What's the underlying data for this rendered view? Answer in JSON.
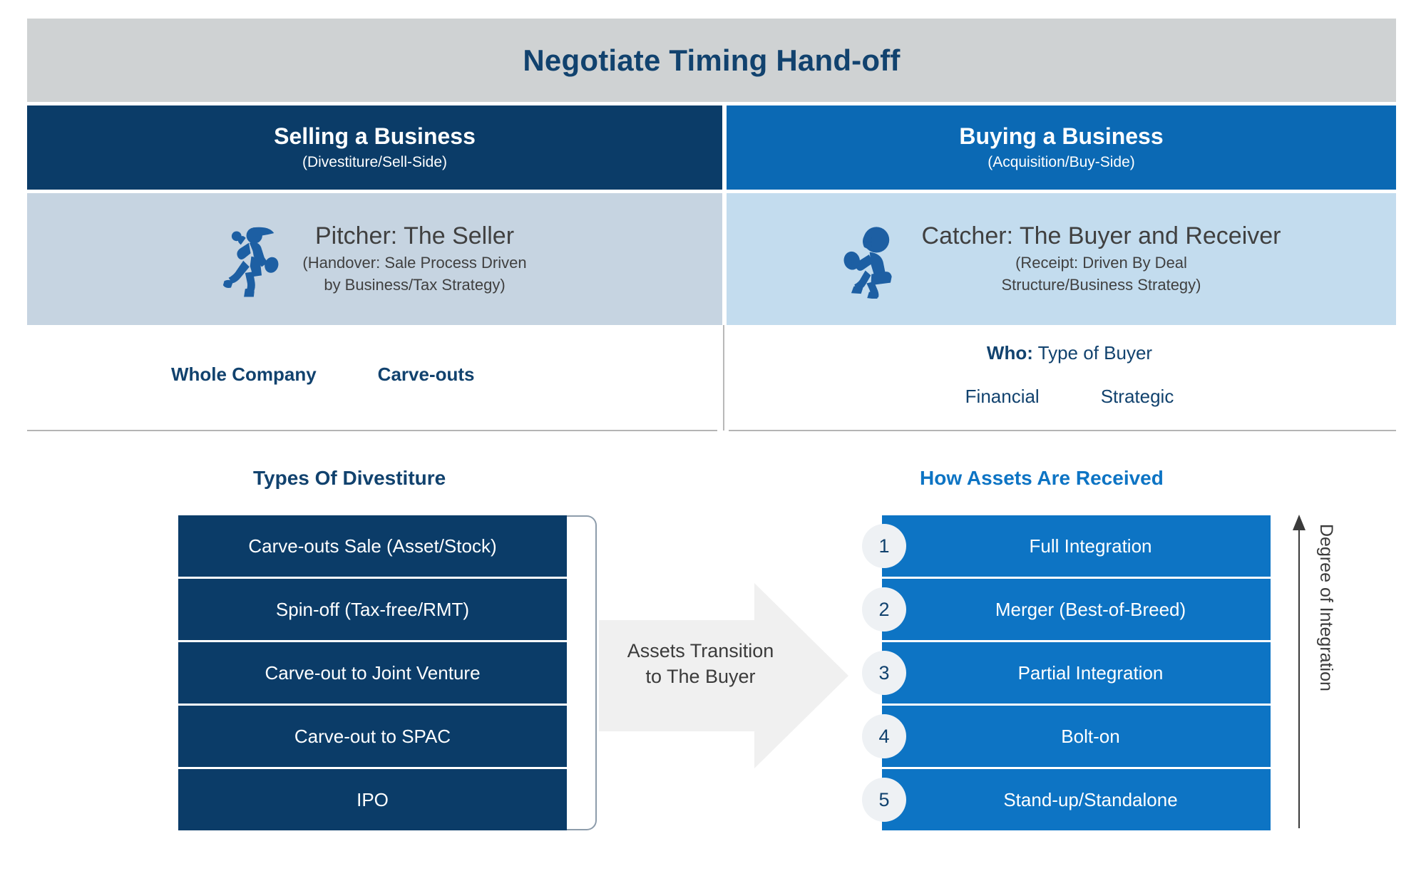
{
  "title": "Negotiate Timing Hand-off",
  "columns": {
    "left": {
      "heading": "Selling a Business",
      "subheading": "(Divestiture/Sell-Side)",
      "role_icon": "baseball-pitcher-icon",
      "role_title": "Pitcher: The Seller",
      "role_sub_line1": "(Handover: Sale Process Driven",
      "role_sub_line2": "by Business/Tax Strategy)",
      "scope_options": [
        "Whole Company",
        "Carve-outs"
      ],
      "section_heading": "Types Of Divestiture",
      "items": [
        "Carve-outs Sale (Asset/Stock)",
        "Spin-off (Tax-free/RMT)",
        "Carve-out to Joint Venture",
        "Carve-out to SPAC",
        "IPO"
      ]
    },
    "right": {
      "heading": "Buying a Business",
      "subheading": "(Acquisition/Buy-Side)",
      "role_icon": "baseball-catcher-icon",
      "role_title": "Catcher: The Buyer and Receiver",
      "role_sub_line1": "(Receipt: Driven By Deal",
      "role_sub_line2": "Structure/Business Strategy)",
      "who_label": "Who:",
      "who_value": " Type of Buyer",
      "buyer_types": [
        "Financial",
        "Strategic"
      ],
      "section_heading": "How Assets Are Received",
      "items": [
        {
          "number": "1",
          "label": "Full Integration"
        },
        {
          "number": "2",
          "label": "Merger (Best-of-Breed)"
        },
        {
          "number": "3",
          "label": "Partial Integration"
        },
        {
          "number": "4",
          "label": "Bolt-on"
        },
        {
          "number": "5",
          "label": "Stand-up/Standalone"
        }
      ]
    }
  },
  "arrow": {
    "line1": "Assets Transition",
    "line2": "to The Buyer"
  },
  "axis": {
    "label": "Degree of Integration",
    "direction": "up"
  },
  "colors": {
    "title_bar_bg": "#cfd2d3",
    "title_text": "#11426e",
    "dark_navy": "#0b3c68",
    "bright_blue": "#0b69b4",
    "list_blue": "#0d74c4",
    "left_band_bg": "#c6d4e1",
    "right_band_bg": "#c3dcee",
    "arrow_fill": "#f0f0f0"
  }
}
